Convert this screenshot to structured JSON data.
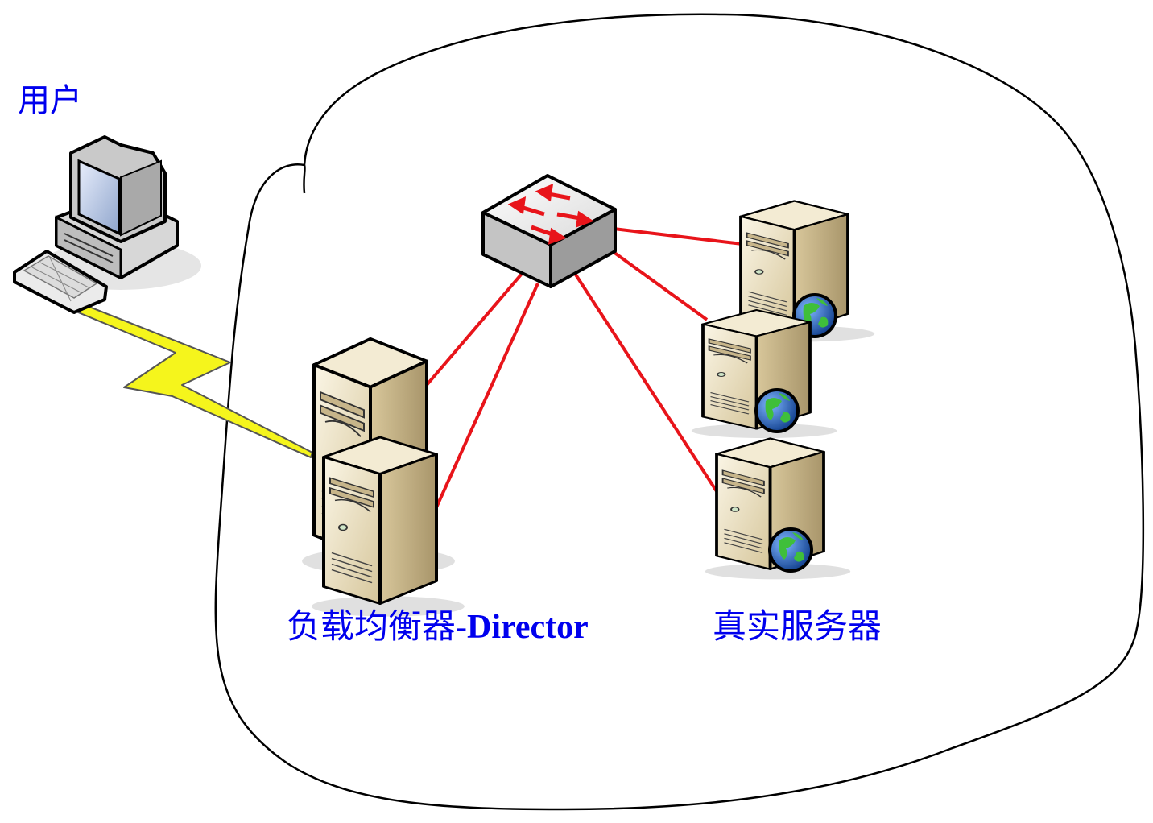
{
  "labels": {
    "user": "用户",
    "director_cn": "负载均衡器",
    "director_en": "-Director",
    "real_servers": "真实服务器"
  },
  "colors": {
    "label_text": "#0000ee",
    "link": "#e8141a",
    "lightning": "#f5f51c",
    "cloud_outline": "#000000",
    "server_body": "#e9dcb8",
    "globe": "#1d5fb8"
  },
  "icons": {
    "user": "desktop-computer-icon",
    "switch": "network-switch-icon",
    "director": "tower-server-icon",
    "real_server": "web-server-globe-icon"
  }
}
